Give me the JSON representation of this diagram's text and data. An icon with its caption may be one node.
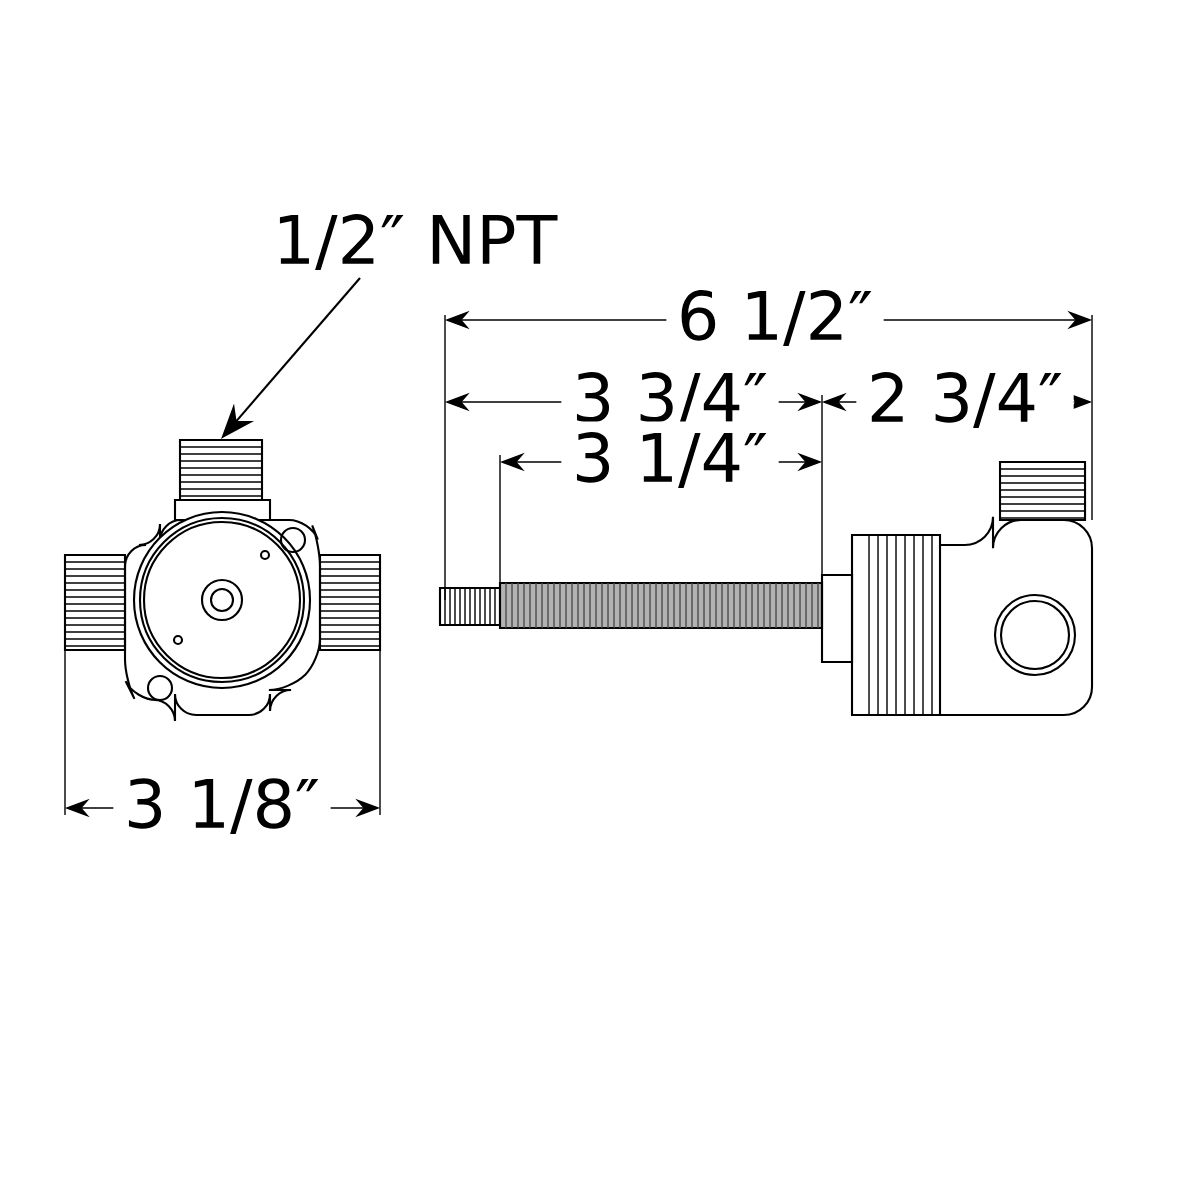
{
  "diagram": {
    "nodes": [
      {
        "text": [
          "1/2″ NPT"
        ]
      },
      {
        "text": [],
        "shape": "picture"
      }
    ],
    "edges": [
      {
        "from": 0,
        "to": 1,
        "arrow": "to"
      }
    ],
    "labels": [
      "6 1/2″",
      "3 3/4″",
      "2 3/4″",
      "3 1/4″",
      "3 1/8″"
    ]
  }
}
